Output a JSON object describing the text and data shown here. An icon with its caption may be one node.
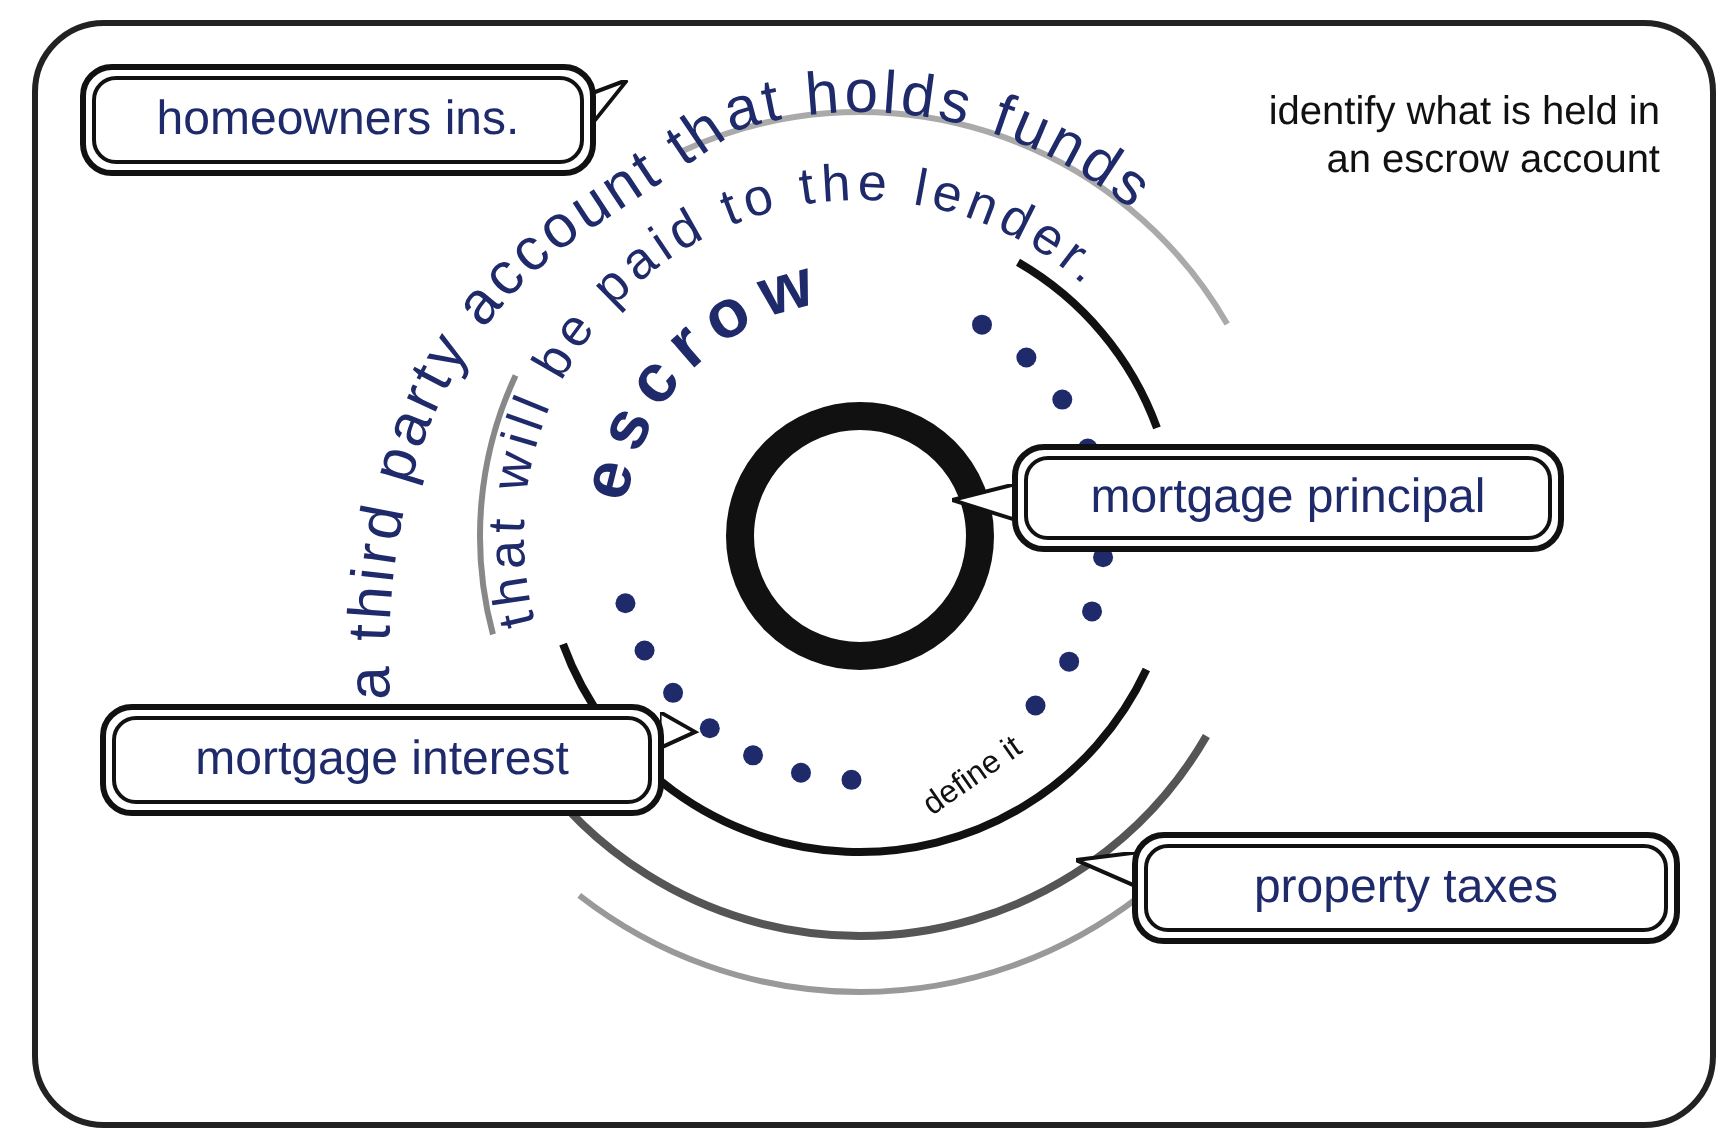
{
  "diagram": {
    "nodes": [
      {
        "text": [
          "homeowners ins."
        ]
      },
      {
        "text": [
          "mortgage principal"
        ]
      },
      {
        "text": [
          "mortgage interest"
        ]
      },
      {
        "text": [
          "property taxes"
        ]
      }
    ],
    "labels": [
      "identify what is held in an escrow account",
      "a third party account that holds funds",
      "that will be paid to the lender.",
      "escrow",
      "define it"
    ]
  }
}
